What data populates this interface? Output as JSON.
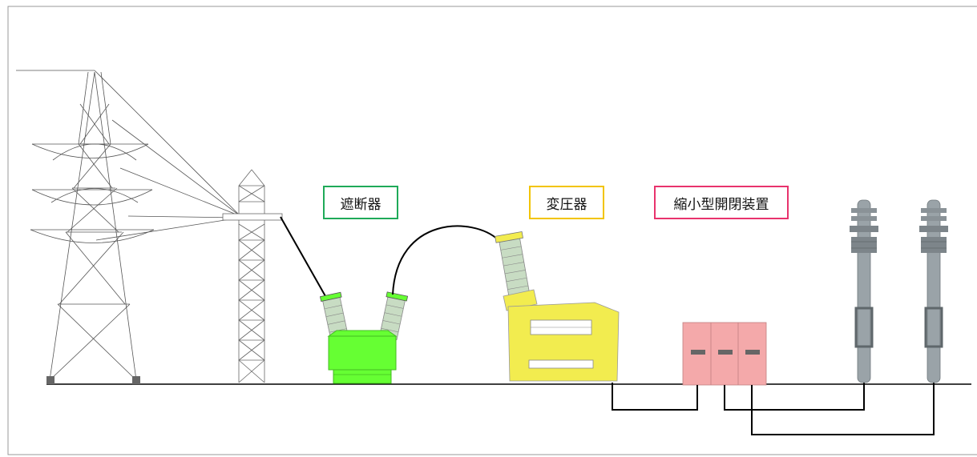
{
  "labels": {
    "breaker": "遮断器",
    "transformer": "変圧器",
    "switchgear": "縮小型開閉装置"
  },
  "colors": {
    "breaker_border": "#1faa59",
    "transformer_border": "#f2c400",
    "switchgear_border": "#e8336d",
    "breaker_fill": "#66ff33",
    "transformer_fill": "#f2ec4f",
    "switchgear_fill": "#f4a9aa",
    "bushing": "#c8dcc3",
    "terminal_pole": "#9aa3a8"
  },
  "icons": {
    "tower": "transmission-tower-icon",
    "gantry": "steel-gantry-icon",
    "breaker": "circuit-breaker-icon",
    "transformer": "transformer-icon",
    "switchgear": "gis-switchgear-icon",
    "cable_heads": "cable-terminal-icon"
  }
}
